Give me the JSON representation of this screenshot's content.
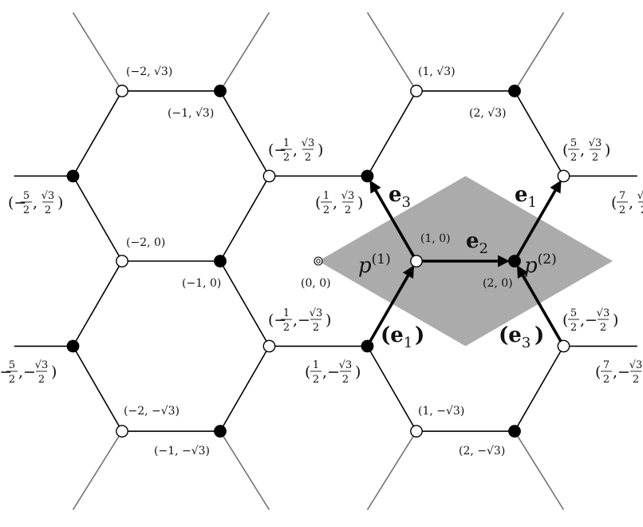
{
  "colors": {
    "cell_fill": "#ababab",
    "edge": "#000000",
    "node_white": "#ffffff",
    "node_black": "#000000"
  },
  "vectors": {
    "e1": "e",
    "e1_sub": "1",
    "e2": "e",
    "e2_sub": "2",
    "e3": "e",
    "e3_sub": "3",
    "e1_paren": "(e",
    "e1_paren_sub": "1",
    "e3_paren": "(e",
    "e3_paren_sub": "3",
    "close_paren": ")"
  },
  "points": {
    "p1": "p",
    "p1_sup": "(1)",
    "p2": "p",
    "p2_sup": "(2)"
  },
  "coords": {
    "origin": "(0, 0)",
    "one_zero": "(1, 0)",
    "two_zero": "(2, 0)",
    "m2_0": "(−2, 0)",
    "m1_0": "(−1, 0)",
    "m2_s3": "(−2, √3)",
    "m1_s3": "(−1, √3)",
    "one_s3": "(1, √3)",
    "two_s3": "(2, √3)",
    "m2_ms3": "(−2, −√3)",
    "m1_ms3": "(−1, −√3)",
    "one_ms3": "(1, −√3)",
    "two_ms3": "(2, −√3)"
  },
  "fractions": {
    "half": "1",
    "half_den": "2",
    "five": "5",
    "seven": "7",
    "sqrt3": "√3"
  }
}
